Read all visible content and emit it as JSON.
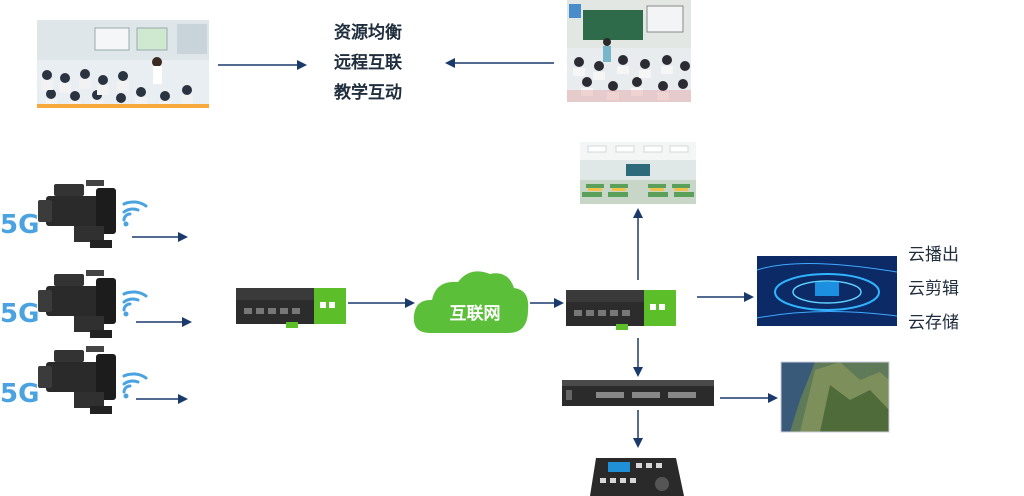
{
  "top_labels": [
    "资源均衡",
    "远程互联",
    "教学互动"
  ],
  "cloud_label": "互联网",
  "right_labels": [
    "云播出",
    "云剪辑",
    "云存储"
  ],
  "camera_badges": [
    "5G",
    "5G",
    "5G"
  ],
  "colors": {
    "arrow": "#1a3a6b",
    "cloud": "#5bbf3a",
    "badge_text": "#4aa3e0",
    "device_green": "#5cbf2a",
    "device_dark": "#2a2a2a"
  },
  "icons": [
    "camera-icon",
    "wifi-icon",
    "encoder-device-icon",
    "cloud-icon",
    "server-rack-icon",
    "control-panel-icon"
  ]
}
